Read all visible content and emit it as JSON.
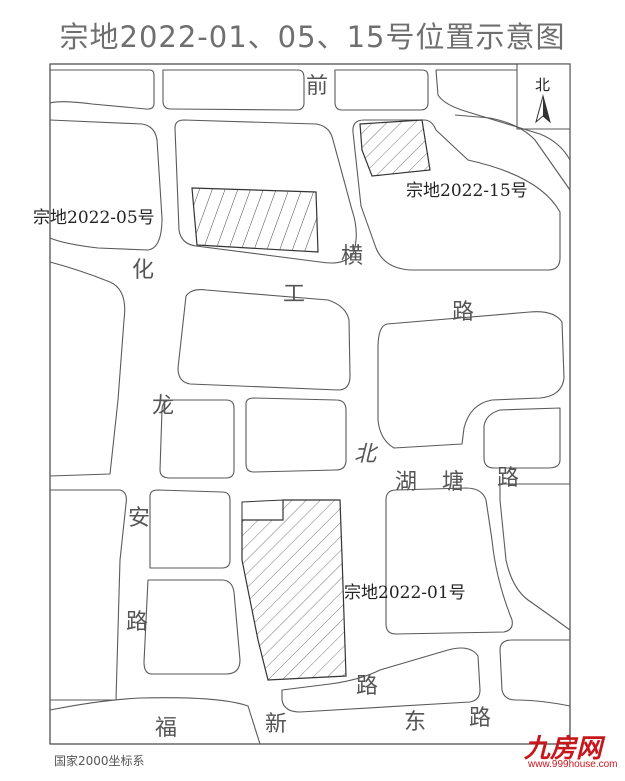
{
  "map": {
    "title": "宗地2022-01、05、15号位置示意图",
    "north_label": "北",
    "coordinate_system": "国家2000坐标系",
    "watermark": {
      "brand": "九房网",
      "url": "www.999house.com"
    },
    "parcels": [
      {
        "label": "宗地2022-05号"
      },
      {
        "label": "宗地2022-15号"
      },
      {
        "label": "宗地2022-01号"
      }
    ],
    "road_chars": {
      "qianheng": [
        "前",
        "横"
      ],
      "huagong": [
        "化",
        "工",
        "路"
      ],
      "longan": [
        "龙",
        "安",
        "路"
      ],
      "beihutang": [
        "北",
        "湖",
        "塘",
        "路"
      ],
      "fuxindong": [
        "路",
        "福",
        "新",
        "东",
        "路"
      ]
    },
    "colors": {
      "line": "#5a5a5a",
      "hatch": "#444444",
      "watermark": "#c8161d"
    }
  }
}
